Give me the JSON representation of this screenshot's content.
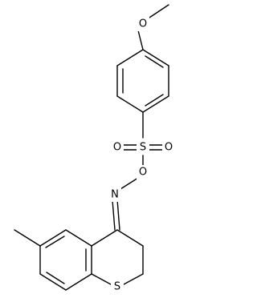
{
  "structure": {
    "atoms": {
      "methoxy_oxygen": "O",
      "sulfonyl_sulfur": "S",
      "sulfonyl_oxygen_left": "O",
      "sulfonyl_oxygen_right": "O",
      "ester_oxygen": "O",
      "oxime_nitrogen": "N",
      "ring_sulfur": "S"
    }
  }
}
